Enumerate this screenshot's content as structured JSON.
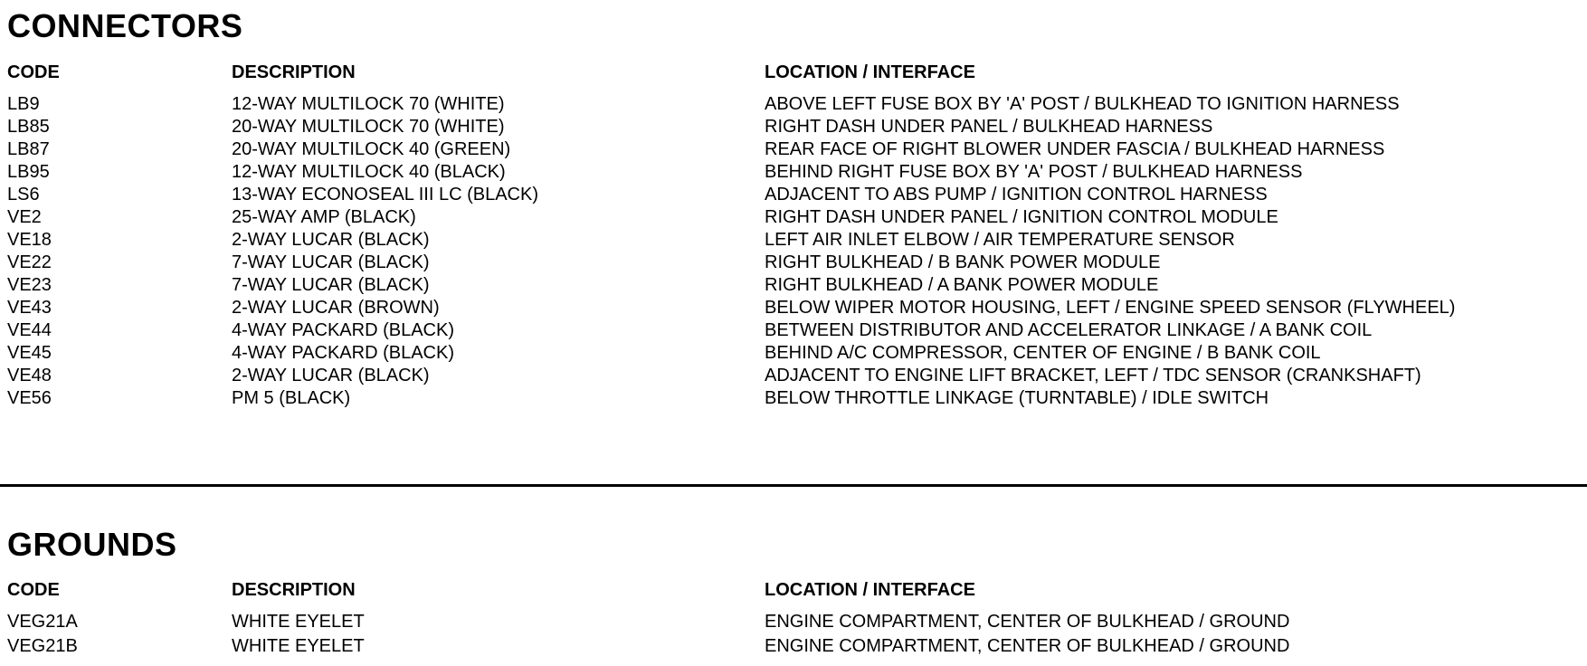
{
  "connectors": {
    "title": "CONNECTORS",
    "headers": {
      "code": "CODE",
      "description": "DESCRIPTION",
      "location": "LOCATION / INTERFACE"
    },
    "rows": [
      {
        "code": "LB9",
        "description": "12-WAY MULTILOCK 70 (WHITE)",
        "location": "ABOVE LEFT FUSE BOX BY 'A' POST / BULKHEAD TO IGNITION HARNESS"
      },
      {
        "code": "LB85",
        "description": "20-WAY MULTILOCK 70 (WHITE)",
        "location": "RIGHT DASH UNDER PANEL / BULKHEAD HARNESS"
      },
      {
        "code": "LB87",
        "description": "20-WAY MULTILOCK 40 (GREEN)",
        "location": "REAR FACE OF RIGHT BLOWER UNDER FASCIA / BULKHEAD HARNESS"
      },
      {
        "code": "LB95",
        "description": "12-WAY MULTILOCK 40 (BLACK)",
        "location": "BEHIND RIGHT FUSE BOX BY 'A' POST / BULKHEAD HARNESS"
      },
      {
        "code": "LS6",
        "description": "13-WAY ECONOSEAL III LC (BLACK)",
        "location": "ADJACENT TO ABS PUMP / IGNITION CONTROL HARNESS"
      },
      {
        "code": "VE2",
        "description": "25-WAY AMP (BLACK)",
        "location": "RIGHT DASH UNDER PANEL / IGNITION CONTROL MODULE"
      },
      {
        "code": "VE18",
        "description": "2-WAY LUCAR (BLACK)",
        "location": "LEFT AIR INLET ELBOW / AIR TEMPERATURE SENSOR"
      },
      {
        "code": "VE22",
        "description": "7-WAY LUCAR (BLACK)",
        "location": "RIGHT  BULKHEAD / B BANK POWER MODULE"
      },
      {
        "code": "VE23",
        "description": "7-WAY LUCAR (BLACK)",
        "location": "RIGHT BULKHEAD / A BANK POWER MODULE"
      },
      {
        "code": "VE43",
        "description": "2-WAY LUCAR (BROWN)",
        "location": "BELOW WIPER MOTOR HOUSING, LEFT / ENGINE SPEED SENSOR (FLYWHEEL)"
      },
      {
        "code": "VE44",
        "description": "4-WAY PACKARD (BLACK)",
        "location": "BETWEEN DISTRIBUTOR AND ACCELERATOR LINKAGE / A BANK COIL"
      },
      {
        "code": "VE45",
        "description": "4-WAY PACKARD (BLACK)",
        "location": "BEHIND A/C COMPRESSOR, CENTER OF ENGINE / B BANK COIL"
      },
      {
        "code": "VE48",
        "description": "2-WAY LUCAR (BLACK)",
        "location": "ADJACENT TO ENGINE LIFT BRACKET, LEFT  / TDC SENSOR (CRANKSHAFT)"
      },
      {
        "code": "VE56",
        "description": "PM 5 (BLACK)",
        "location": "BELOW THROTTLE LINKAGE (TURNTABLE) / IDLE SWITCH"
      }
    ]
  },
  "grounds": {
    "title": "GROUNDS",
    "headers": {
      "code": "CODE",
      "description": "DESCRIPTION",
      "location": "LOCATION / INTERFACE"
    },
    "rows": [
      {
        "code": "VEG21A",
        "description": "WHITE EYELET",
        "location": "ENGINE COMPARTMENT, CENTER OF BULKHEAD / GROUND"
      },
      {
        "code": "VEG21B",
        "description": "WHITE EYELET",
        "location": "ENGINE COMPARTMENT, CENTER OF BULKHEAD / GROUND"
      }
    ]
  }
}
